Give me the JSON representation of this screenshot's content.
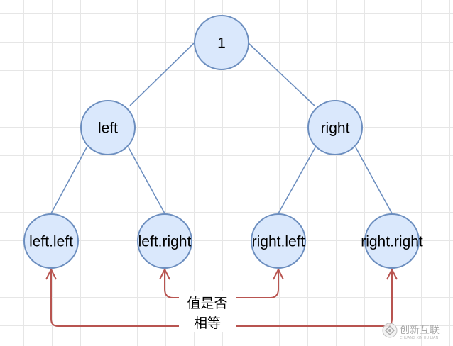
{
  "diagram": {
    "nodes": {
      "root": {
        "label": "1"
      },
      "left": {
        "label": "left"
      },
      "right": {
        "label": "right"
      },
      "left_left": {
        "label": "left.left"
      },
      "left_right": {
        "label": "left.right"
      },
      "right_left": {
        "label": "right.left"
      },
      "right_right": {
        "label": "right.right"
      }
    },
    "comparison_label_line1": "值是否",
    "comparison_label_line2": "相等",
    "colors": {
      "node_fill": "#dae8fc",
      "node_stroke": "#6c8ebf",
      "edge": "#6c8ebf",
      "comparison_arrow": "#b85450",
      "grid": "#e6e6e6"
    }
  },
  "watermark": {
    "text": "创新互联",
    "subtext": "CHUANG XIN HU LIAN",
    "icon": "logo-icon"
  }
}
